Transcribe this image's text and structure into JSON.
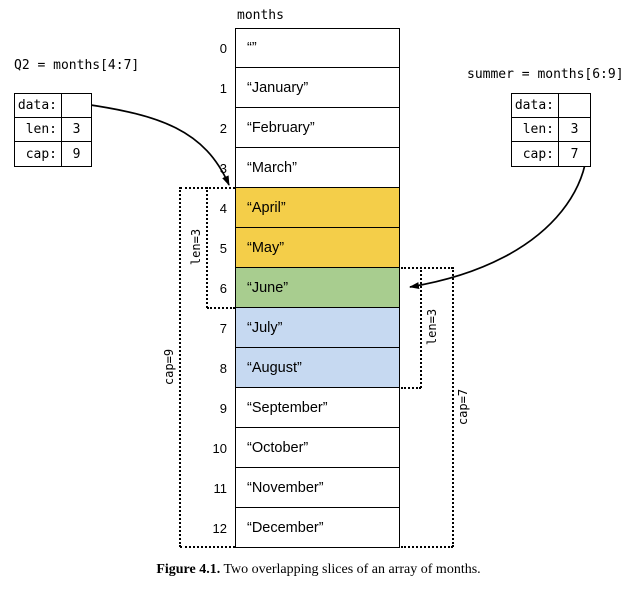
{
  "array": {
    "label": "months",
    "cells": [
      {
        "index": "0",
        "text": "“”",
        "bg": "#ffffff"
      },
      {
        "index": "1",
        "text": "“January”",
        "bg": "#ffffff"
      },
      {
        "index": "2",
        "text": "“February”",
        "bg": "#ffffff"
      },
      {
        "index": "3",
        "text": "“March”",
        "bg": "#ffffff"
      },
      {
        "index": "4",
        "text": "“April”",
        "bg": "#f4ce49"
      },
      {
        "index": "5",
        "text": "“May”",
        "bg": "#f4ce49"
      },
      {
        "index": "6",
        "text": "“June”",
        "bg": "#a8cd8f"
      },
      {
        "index": "7",
        "text": "“July”",
        "bg": "#c6d9f1"
      },
      {
        "index": "8",
        "text": "“August”",
        "bg": "#c6d9f1"
      },
      {
        "index": "9",
        "text": "“September”",
        "bg": "#ffffff"
      },
      {
        "index": "10",
        "text": "“October”",
        "bg": "#ffffff"
      },
      {
        "index": "11",
        "text": "“November”",
        "bg": "#ffffff"
      },
      {
        "index": "12",
        "text": "“December”",
        "bg": "#ffffff"
      }
    ]
  },
  "q2": {
    "title": "Q2 = months[4:7]",
    "fields": [
      {
        "label": "data:",
        "value": ""
      },
      {
        "label": "len:",
        "value": "3"
      },
      {
        "label": "cap:",
        "value": "9"
      }
    ]
  },
  "summer": {
    "title": "summer = months[6:9]",
    "fields": [
      {
        "label": "data:",
        "value": ""
      },
      {
        "label": "len:",
        "value": "3"
      },
      {
        "label": "cap:",
        "value": "7"
      }
    ]
  },
  "brackets": {
    "left_len": "len=3",
    "left_cap": "cap=9",
    "right_len": "len=3",
    "right_cap": "cap=7"
  },
  "colors": {
    "highlight_yellow": "#f4ce49",
    "highlight_green": "#a8cd8f",
    "highlight_blue": "#c6d9f1",
    "line": "#000000"
  },
  "caption": {
    "figure_label": "Figure 4.1.",
    "text": "Two overlapping slices of an array of months."
  }
}
